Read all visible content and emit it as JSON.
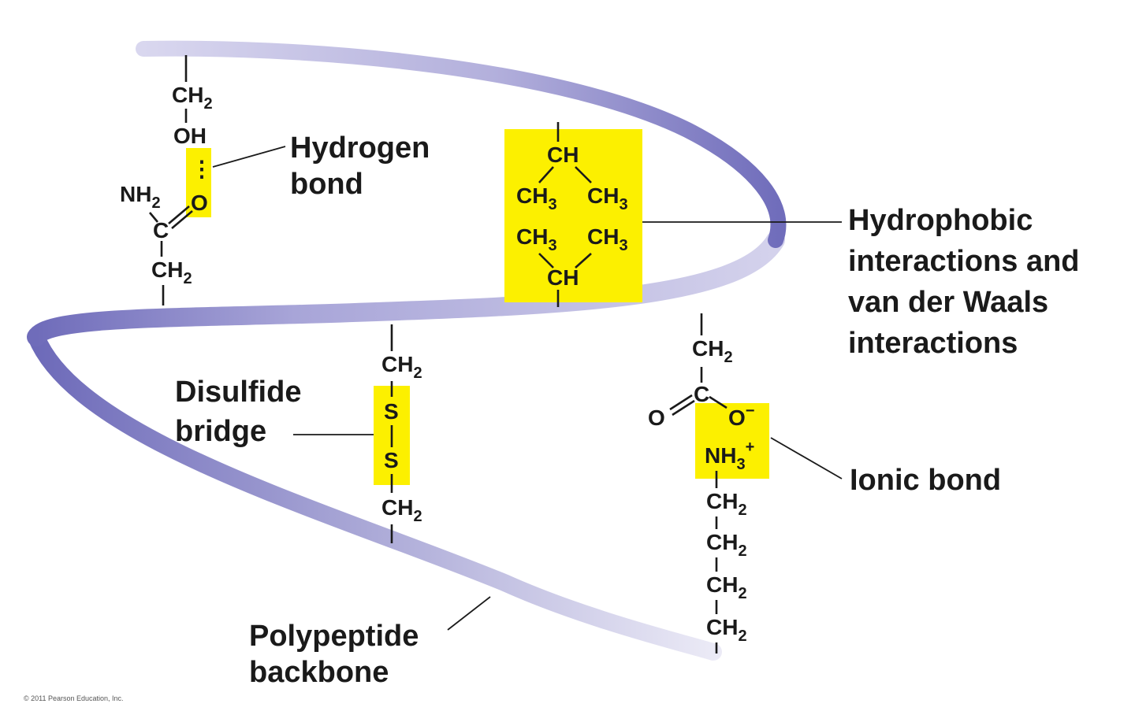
{
  "colors": {
    "backbone_light": "#d2d0ea",
    "backbone_dark": "#6c69b8",
    "highlight": "#fcf000",
    "ink": "#1a1a1a"
  },
  "labels": {
    "hydrogen_bond": [
      "Hydrogen",
      "bond"
    ],
    "hydrophobic": [
      "Hydrophobic",
      "interactions and",
      "van der Waals",
      "interactions"
    ],
    "disulfide": [
      "Disulfide",
      "bridge"
    ],
    "ionic": [
      "Ionic bond"
    ],
    "backbone": [
      "Polypeptide",
      "backbone"
    ]
  },
  "chemistry": {
    "ch2": "CH",
    "ch": "CH",
    "ch3": "CH",
    "oh": "OH",
    "o": "O",
    "nh2": "NH",
    "nh3": "NH",
    "c": "C",
    "s": "S",
    "o_minus": "O",
    "sub_2": "2",
    "sub_3": "3",
    "minus": "−",
    "plus": "+",
    "dots": "⋮"
  },
  "copyright": "© 2011 Pearson Education, Inc."
}
